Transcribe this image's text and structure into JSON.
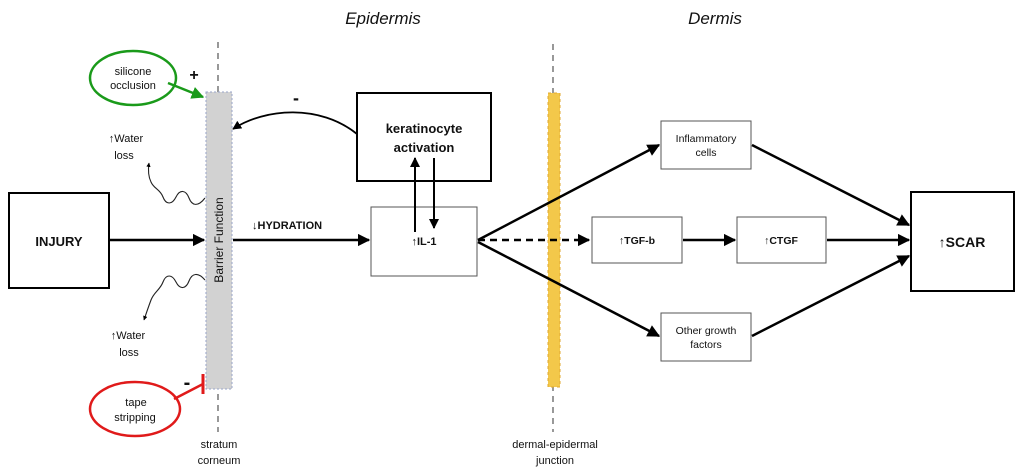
{
  "headers": {
    "epidermis": "Epidermis",
    "dermis": "Dermis"
  },
  "boxes": {
    "injury": "INJURY",
    "keratinocyte_line1": "keratinocyte",
    "keratinocyte_line2": "activation",
    "il1": "↑IL-1",
    "inflammatory_line1": "Inflammatory",
    "inflammatory_line2": "cells",
    "tgfb": "↑TGF-b",
    "ctgf": "↑CTGF",
    "other_line1": "Other growth",
    "other_line2": "factors",
    "scar": "↑SCAR"
  },
  "barrier": {
    "label": "Barrier Function"
  },
  "labels": {
    "hydration": "↓HYDRATION",
    "water_loss_top_line1": "↑Water",
    "water_loss_top_line2": "loss",
    "water_loss_bottom_line1": "↑Water",
    "water_loss_bottom_line2": "loss",
    "feedback_sign": "-",
    "plus_sign": "+",
    "minus_sign": "-"
  },
  "ovals": {
    "silicone_line1": "silicone",
    "silicone_line2": "occlusion",
    "tape_line1": "tape",
    "tape_line2": "stripping"
  },
  "bottom_labels": {
    "stratum_line1": "stratum",
    "stratum_line2": "corneum",
    "djunction_line1": "dermal-epidermal",
    "djunction_line2": "junction"
  },
  "colors": {
    "silicone": "#1a9a1a",
    "tape": "#e01a1a",
    "barrier_fill": "#d2d2d2",
    "junction_fill": "#f3c84a",
    "arrow": "#000000"
  }
}
